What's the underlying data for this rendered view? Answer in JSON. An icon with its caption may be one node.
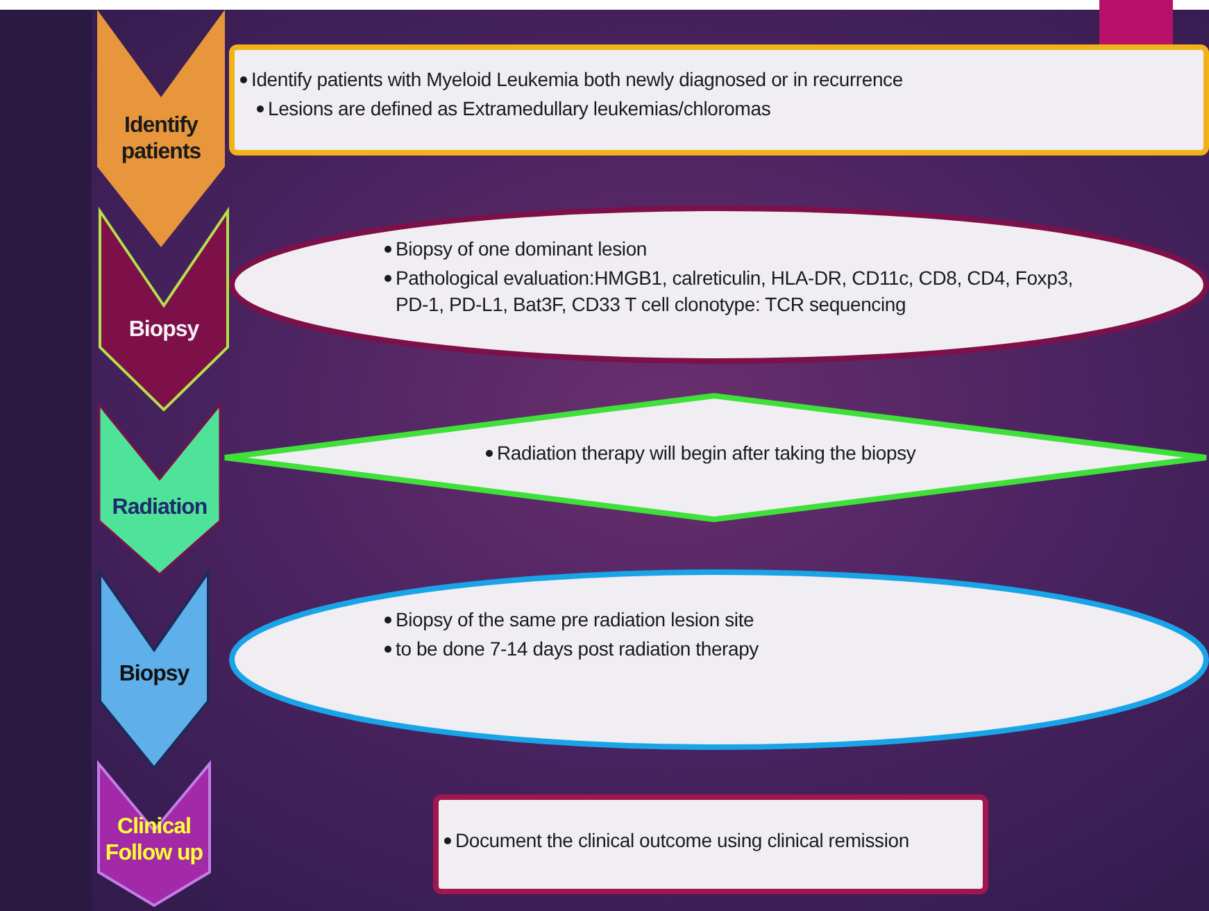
{
  "diagram": {
    "nodes": [
      {
        "text": [
          "Identify patients"
        ]
      },
      {
        "text": [
          "Biopsy"
        ]
      },
      {
        "text": [
          "Radiation"
        ]
      },
      {
        "text": [
          "Biopsy"
        ]
      },
      {
        "text": [
          "Clinical Follow up"
        ]
      },
      {
        "text": [
          "Identify patients with Myeloid Leukemia both newly diagnosed or in recurrence",
          "Lesions are defined as Extramedullary leukemias/chloromas"
        ]
      },
      {
        "text": [
          "Biopsy of one dominant lesion",
          "Pathological evaluation:HMGB1, calreticulin, HLA-DR, CD11c, CD8, CD4, Foxp3, PD-1, PD-L1, Bat3F, CD33 T cell clonotype: TCR sequencing"
        ]
      },
      {
        "text": [
          "Radiation therapy will begin after taking the biopsy"
        ]
      },
      {
        "text": [
          "Biopsy of the same pre radiation lesion site",
          "to be done 7-14 days post radiation therapy"
        ]
      },
      {
        "text": [
          "Document the clinical outcome using clinical remission"
        ]
      }
    ]
  }
}
